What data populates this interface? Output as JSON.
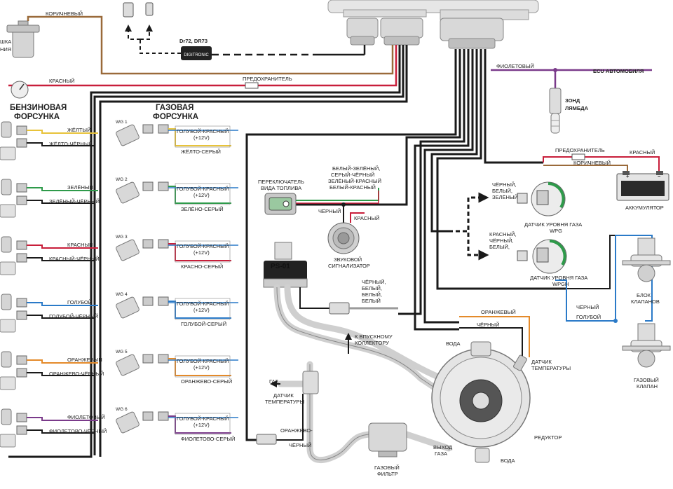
{
  "colors": {
    "wire_black": "#1a1a1a",
    "wire_red": "#c81e3a",
    "wire_brown": "#9a6a3a",
    "wire_yellow": "#e8c33a",
    "wire_green": "#2e9a4a",
    "wire_blue": "#2a7ac8",
    "wire_orange": "#e48a2a",
    "wire_violet": "#7a3a8a",
    "wire_gray": "#9a9a9a",
    "hose": "#cfcfcf",
    "component": "#e6e6e6"
  },
  "top": {
    "brown_wire": "КОРИЧНЕВЫЙ",
    "red_wire": "КРАСНЫЙ",
    "coil": "ШКА",
    "coil2": "НИЯ",
    "dr": "Dr72, DR73",
    "fuse": "ПРЕДОХРАНИТЕЛЬ",
    "violet_wire": "ФИОЛЕТОВЫЙ",
    "ecu": "ECU АВТОМОБИЛЯ",
    "lambda1": "ЗОНД",
    "lambda2": "ЛЯМБДА",
    "brand": "DIGITRONIC"
  },
  "petrol": {
    "title1": "БЕНЗИНОВАЯ",
    "title2": "ФОРСУНКА",
    "rows": [
      {
        "wire": "ЖЁЛТЫЙ",
        "wire2": "ЖЁЛТО-ЧЁРНЫЙ"
      },
      {
        "wire": "ЗЕЛЁНЫЙ",
        "wire2": "ЗЕЛЁНЫЙ-ЧЁРНЫЙ"
      },
      {
        "wire": "КРАСНЫЙ",
        "wire2": "КРАСНЫЙ-ЧЁРНЫЙ"
      },
      {
        "wire": "ГОЛУБОЙ",
        "wire2": "ГОЛУБОЙ-ЧЁРНЫЙ"
      },
      {
        "wire": "ОРАНЖЕВЫЙ",
        "wire2": "ОРАНЖЕВО-ЧЁРНЫЙ"
      },
      {
        "wire": "ФИОЛЕТОВЫЙ",
        "wire2": "ФИОЛЕТОВО-ЧЁРНЫЙ"
      }
    ]
  },
  "gas": {
    "title1": "ГАЗОВАЯ",
    "title2": "ФОРСУНКА",
    "rows": [
      {
        "wg": "WG 1",
        "top": "ГОЛУБОЙ-КРАСНЫЙ",
        "volt": "(+12V)",
        "bottom": "ЖЁЛТО-СЕРЫЙ"
      },
      {
        "wg": "WG 2",
        "top": "ГОЛУБОЙ-КРАСНЫЙ",
        "volt": "(+12V)",
        "bottom": "ЗЕЛЁНО-СЕРЫЙ"
      },
      {
        "wg": "WG 3",
        "top": "ГОЛУБОЙ-КРАСНЫЙ",
        "volt": "(+12V)",
        "bottom": "КРАСНО-СЕРЫЙ"
      },
      {
        "wg": "WG 4",
        "top": "ГОЛУБОЙ-КРАСНЫЙ",
        "volt": "(+12V)",
        "bottom": "ГОЛУБОЙ-СЕРЫЙ"
      },
      {
        "wg": "WG 5",
        "top": "ГОЛУБОЙ-КРАСНЫЙ",
        "volt": "(+12V)",
        "bottom": "ОРАНЖЕВО-СЕРЫЙ"
      },
      {
        "wg": "WG 6",
        "top": "ГОЛУБОЙ-КРАСНЫЙ",
        "volt": "(+12V)",
        "bottom": "ФИОЛЕТОВО-СЕРЫЙ"
      }
    ]
  },
  "middle": {
    "switch1": "ПЕРЕКЛЮЧАТЕЛЬ",
    "switch2": "ВИДА ТОПЛИВА",
    "sw_w1": "БЕЛЫЙ-ЗЕЛЁНЫЙ,",
    "sw_w2": "СЕРЫЙ-ЧЁРНЫЙ",
    "sw_w3": "ЗЕЛЁНЫЙ-КРАСНЫЙ",
    "sw_w4": "БЕЛЫЙ-КРАСНЫЙ",
    "black": "ЧЁРНЫЙ",
    "red": "КРАСНЫЙ",
    "buzzer1": "ЗВУКОВОЙ",
    "buzzer2": "СИГНАЛИЗАТОР",
    "ps01": "PS-01",
    "ps_w1": "ЧЁРНЫЙ,",
    "ps_w2": "БЕЛЫЙ,",
    "ps_w3": "БЕЛЫЙ,",
    "ps_w4": "БЕЛЫЙ",
    "intake1": "К ВПУСКНОМУ",
    "intake2": "КОЛЛЕКТОРУ",
    "gas": "ГАЗ",
    "temp1": "ДАТЧИК",
    "temp2": "ТЕМПЕРАТУРЫ",
    "or_black1": "ОРАНЖЕВО-",
    "or_black2": "ЧЁРНЫЙ",
    "filter1": "ГАЗОВЫЙ",
    "filter2": "ФИЛЬТР",
    "outlet1": "ВЫХОД",
    "outlet2": "ГАЗА",
    "water_top": "ВОДА",
    "water_bottom": "ВОДА",
    "reducer": "РЕДУКТОР",
    "orange": "ОРАНЖЕВЫЙ",
    "rt1": "ДАТЧИК",
    "rt2": "ТЕМПЕРАТУРЫ"
  },
  "right": {
    "fuse": "ПРЕДОХРАНИТЕЛЬ",
    "red": "КРАСНЫЙ",
    "brown": "КОРИЧНЕВЫЙ",
    "battery": "АККУМУЛЯТОР",
    "plus": "+",
    "minus": "−",
    "wpg_w1": "ЧЁРНЫЙ,",
    "wpg_w2": "БЕЛЫЙ,",
    "wpg_w3": "ЗЕЛЁНЫЙ",
    "wpg1": "ДАТЧИК УРОВНЯ ГАЗА",
    "wpg2": "WPG",
    "wpgh_w1": "КРАСНЫЙ,",
    "wpgh_w2": "ЧЁРНЫЙ,",
    "wpgh_w3": "БЕЛЫЙ,",
    "wpgh1": "ДАТЧИК УРОВНЯ ГАЗА",
    "wpgh2": "WPGH",
    "black": "ЧЁРНЫЙ",
    "blue": "ГОЛУБОЙ",
    "block1": "БЛОК",
    "block2": "КЛАПАНОВ",
    "valve1": "ГАЗОВЫЙ",
    "valve2": "КЛАПАН"
  }
}
